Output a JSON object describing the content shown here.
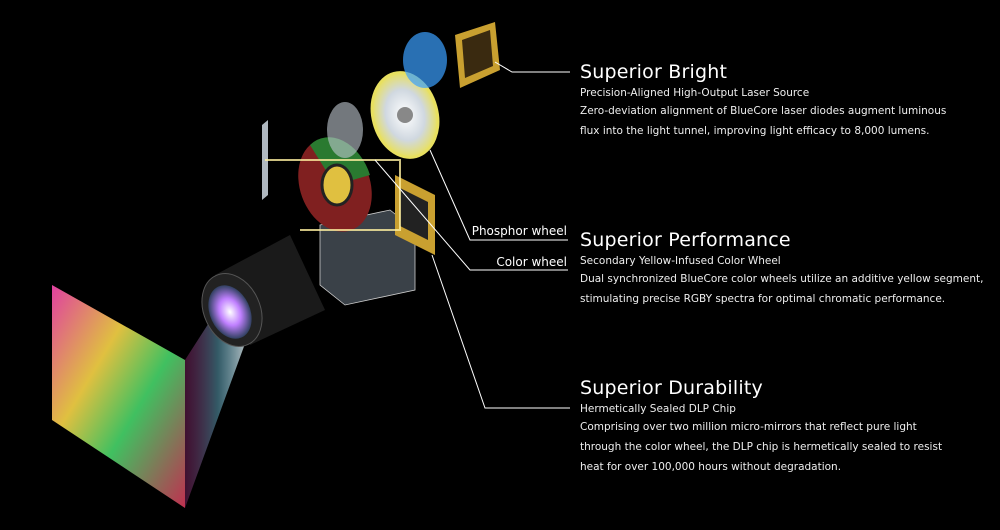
{
  "features": [
    {
      "title": "Superior Bright",
      "subtitle": "Precision-Aligned High-Output Laser Source",
      "lines": [
        "Zero-deviation alignment of BlueCore laser diodes augment luminous",
        "flux into the light tunnel, improving light efficacy to 8,000 lumens."
      ]
    },
    {
      "title": "Superior Performance",
      "subtitle": "Secondary Yellow-Infused Color Wheel",
      "lines": [
        "Dual synchronized BlueCore color wheels utilize an additive yellow segment,",
        "stimulating precise RGBY spectra for optimal chromatic performance."
      ]
    },
    {
      "title": "Superior Durability",
      "subtitle": "Hermetically Sealed DLP Chip",
      "lines": [
        "Comprising over two million micro-mirrors that reflect pure light",
        "through the color wheel, the DLP chip is hermetically sealed to resist",
        "heat for over 100,000 hours without degradation."
      ]
    }
  ],
  "callouts": {
    "phosphor_wheel": "Phosphor wheel",
    "color_wheel": "Color wheel"
  },
  "colors": {
    "laser_blue": "#3aa0ff",
    "phosphor_yellow": "#e8e060",
    "chip_gold": "#c9a030"
  }
}
